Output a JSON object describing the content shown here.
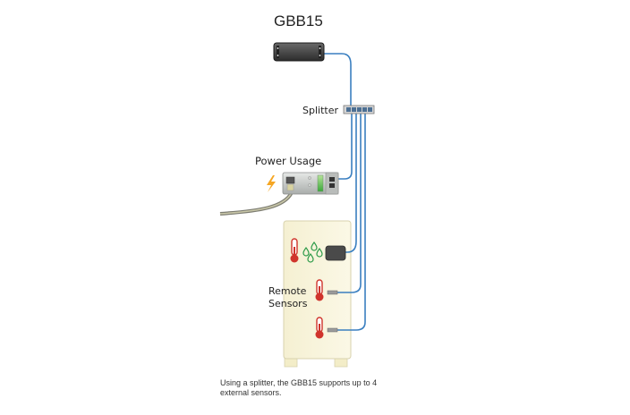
{
  "diagram": {
    "title": "GBB15",
    "splitter_label": "Splitter",
    "power_label": "Power Usage",
    "remote_sensors_label_line1": "Remote",
    "remote_sensors_label_line2": "Sensors",
    "caption_line1": "Using a splitter, the GBB15 supports up to 4",
    "caption_line2": "external sensors.",
    "icons": [
      "gbb15-device-icon",
      "splitter-icon",
      "power-meter-icon",
      "lightning-bolt-icon",
      "thermometer-icon",
      "water-drops-icon",
      "humidity-sensor-icon",
      "sensor-probe-icon",
      "cabinet-icon",
      "power-cable-icon"
    ],
    "colors": {
      "cable": "#3a7fc0",
      "cabinet": "#f7f3d8",
      "thermometer": "#d0342c",
      "drops": "#2e9b4a",
      "bolt": "#f5a623"
    }
  }
}
